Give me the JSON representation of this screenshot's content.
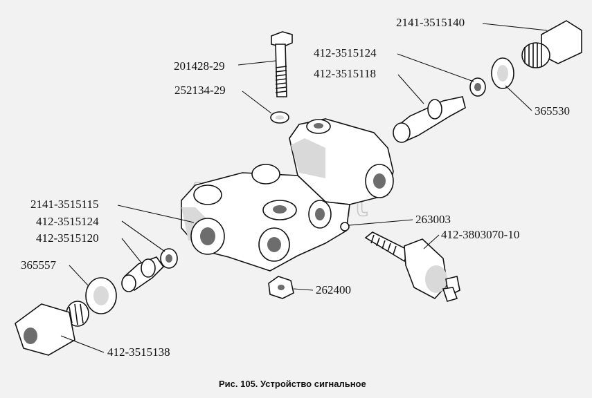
{
  "caption": "Рис. 105. Устройство сигнальное",
  "watermark": "AutoSoft",
  "labels": {
    "bolt": "201428-29",
    "bolt_washer": "252134-29",
    "fitting_top_right": "2141-3515140",
    "washer_top_right_small": "412-3515124",
    "plunger_top_right": "412-3515118",
    "gasket_top_right": "365530",
    "fitting_left": "2141-3515115",
    "washer_left_small": "412-3515124",
    "plunger_left": "412-3515120",
    "gasket_left": "365557",
    "nut_bottom_left": "412-3515138",
    "ball": "263003",
    "switch": "412-3803070-10",
    "square_nut": "262400"
  },
  "colors": {
    "background": "#f2f2f2",
    "ink": "#111111",
    "part_fill": "#ffffff",
    "watermark": "#c8c8c8"
  }
}
